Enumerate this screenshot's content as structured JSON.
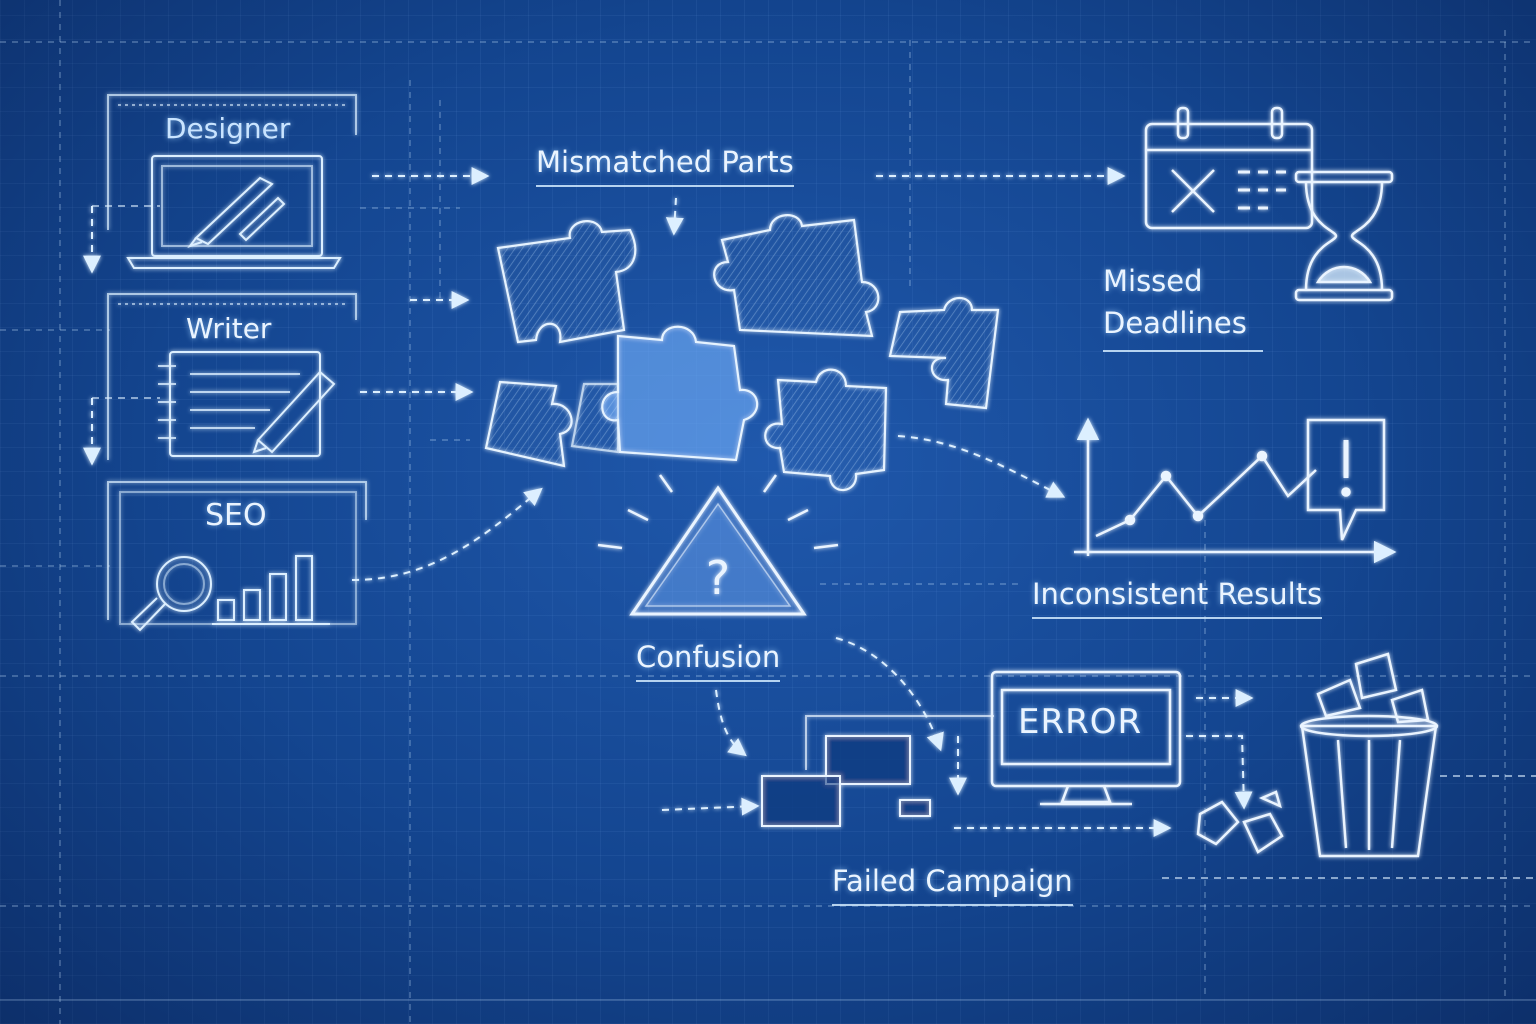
{
  "roles": {
    "designer": "Designer",
    "writer": "Writer",
    "seo": "SEO"
  },
  "problems": {
    "mismatched_parts": "Mismatched Parts",
    "missed_deadlines": "Missed Deadlines",
    "inconsistent_results": "Inconsistent Results",
    "confusion": "Confusion",
    "failed_campaign": "Failed Campaign"
  },
  "monitor": {
    "error_text": "ERROR"
  },
  "colors": {
    "background": "#154a96",
    "line": "#dcefff",
    "glow": "#9fd0ff"
  }
}
